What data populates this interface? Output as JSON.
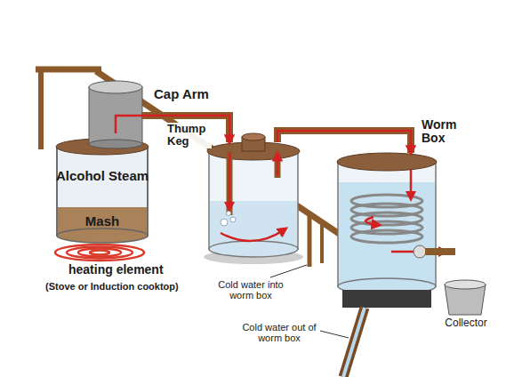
{
  "diagram": {
    "nodes": [
      {
        "text": [
          "Alcohol Steam",
          "Mash"
        ]
      },
      {
        "text": [
          "Thump Keg"
        ]
      },
      {
        "text": [
          "Worm Box"
        ]
      },
      {
        "text": [
          "Collector"
        ]
      }
    ],
    "edges": [
      {
        "from": 0,
        "to": 1,
        "arrow": "to"
      },
      {
        "from": 1,
        "to": 2,
        "arrow": "to"
      }
    ],
    "labels": [
      "Cap Arm",
      "heating element",
      "(Stove or Induction cooktop)",
      "Cold water into worm box",
      "Cold water out of worm box"
    ]
  }
}
